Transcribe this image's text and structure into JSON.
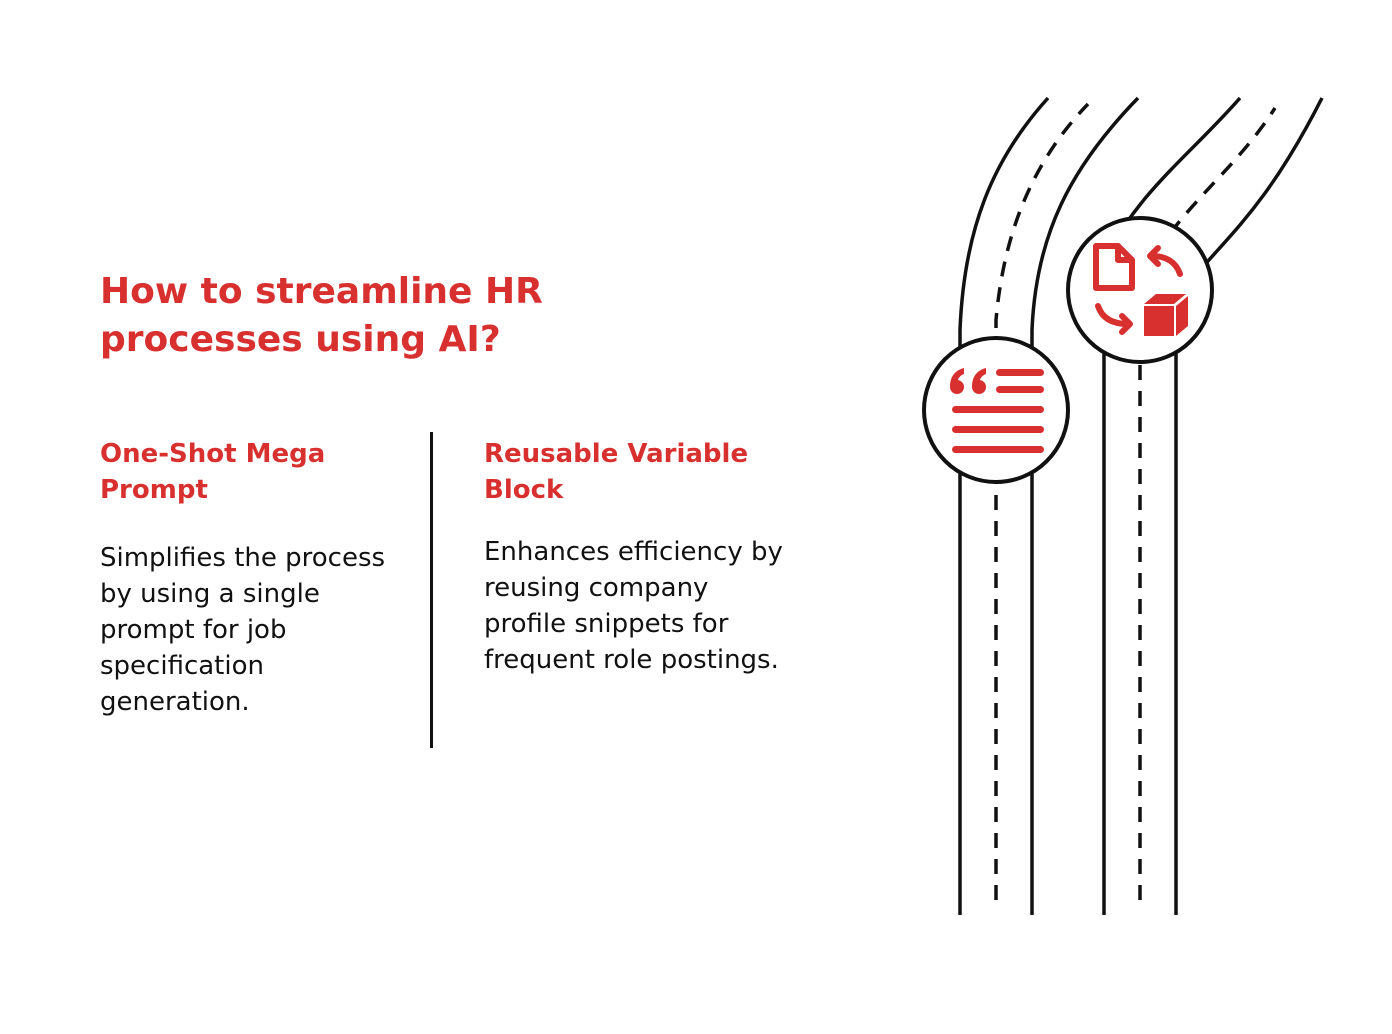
{
  "title": "How to streamline HR processes using AI?",
  "columns": [
    {
      "heading": "One-Shot Mega Prompt",
      "body": "Simplifies the process by using a single prompt for job specification generation."
    },
    {
      "heading": "Reusable Variable Block",
      "body": "Enhances efficiency by reusing company profile snippets for frequent role postings."
    }
  ],
  "colors": {
    "accent": "#d7302f",
    "text": "#111111",
    "background": "#ffffff"
  },
  "icons": [
    "quote-text-icon",
    "document-cube-exchange-icon"
  ]
}
